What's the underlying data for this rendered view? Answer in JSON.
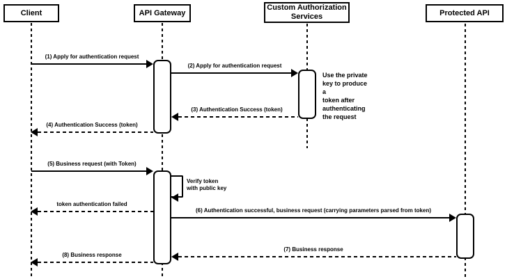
{
  "diagram": {
    "type": "sequence-diagram",
    "actors": [
      {
        "name": "Client"
      },
      {
        "name": "API Gateway"
      },
      {
        "name": "Custom Authorization\nServices"
      },
      {
        "name": "Protected API"
      }
    ],
    "messages": [
      {
        "label": "(1) Apply for authentication request",
        "type": "solid",
        "from": "Client",
        "to": "API Gateway"
      },
      {
        "label": "(2) Apply for authentication request",
        "type": "solid",
        "from": "API Gateway",
        "to": "Custom Authorization Services"
      },
      {
        "label": "(3) Authentication Success (token)",
        "type": "dashed",
        "from": "Custom Authorization Services",
        "to": "API Gateway"
      },
      {
        "label": "(4) Authentication Success (token)",
        "type": "dashed",
        "from": "API Gateway",
        "to": "Client"
      },
      {
        "label": "(5) Business request (with Token)",
        "type": "solid",
        "from": "Client",
        "to": "API Gateway"
      },
      {
        "label": "Verify token\nwith public key",
        "type": "self",
        "from": "API Gateway",
        "to": "API Gateway"
      },
      {
        "label": "token authentication failed",
        "type": "dashed",
        "from": "API Gateway",
        "to": "Client"
      },
      {
        "label": "(6) Authentication successful, business request (carrying parameters parsed from token)",
        "type": "solid",
        "from": "API Gateway",
        "to": "Protected API"
      },
      {
        "label": "(7) Business response",
        "type": "dashed",
        "from": "Protected API",
        "to": "API Gateway"
      },
      {
        "label": "(8) Business response",
        "type": "dashed",
        "from": "API Gateway",
        "to": "Client"
      }
    ],
    "note": "Use the private\nkey to produce a\ntoken after\nauthenticating\nthe request"
  },
  "colors": {
    "line": "#000000",
    "background": "#ffffff",
    "box_fill": "#ffffff",
    "text": "#000000"
  }
}
